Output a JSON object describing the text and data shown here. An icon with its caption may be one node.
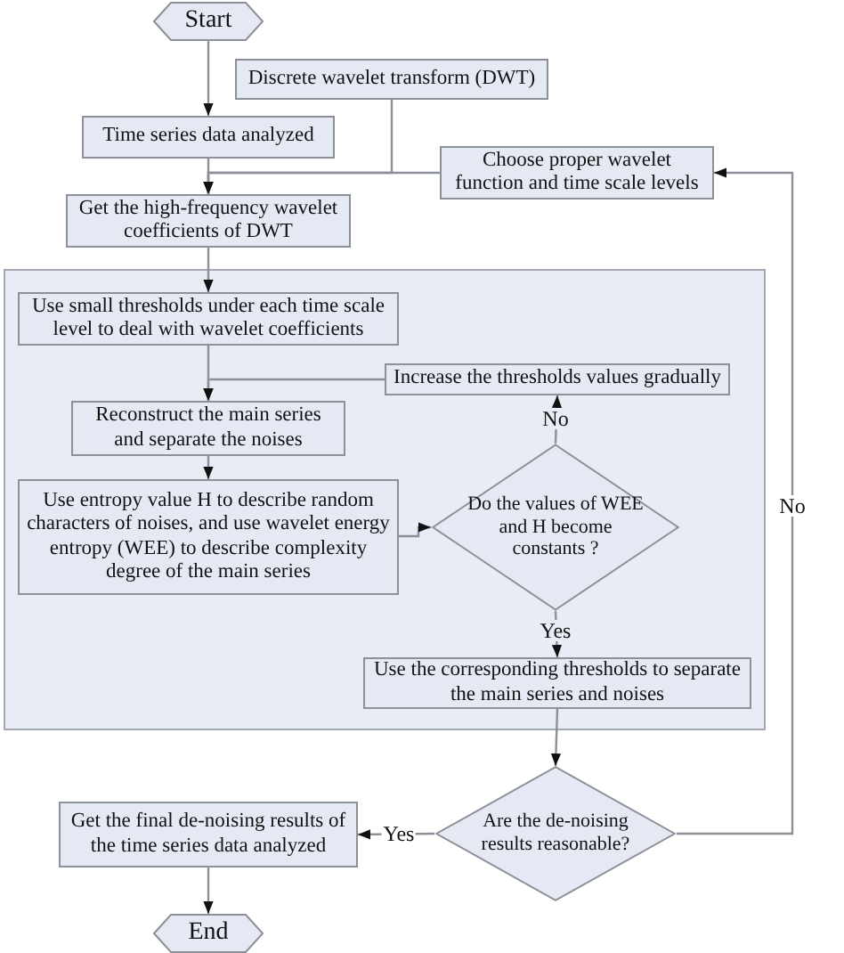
{
  "diagram": {
    "nodes": [
      {
        "text": [
          "Start"
        ]
      },
      {
        "text": [
          "Discrete wavelet transform (DWT)"
        ]
      },
      {
        "text": [
          "Time series data analyzed"
        ]
      },
      {
        "text": [
          "Choose proper wavelet function and time scale levels"
        ]
      },
      {
        "text": [
          "Get the high-frequency wavelet coefficients of DWT"
        ]
      },
      {
        "text": [],
        "shape": "box"
      },
      {
        "text": [
          "Use small thresholds under each time scale level to deal with wavelet coefficients"
        ],
        "in": 5
      },
      {
        "text": [
          "Increase the thresholds values gradually"
        ],
        "in": 5
      },
      {
        "text": [
          "Reconstruct the main series and separate the noises"
        ],
        "in": 5
      },
      {
        "text": [
          "Use entropy value H to describe random characters of noises, and use wavelet energy entropy (WEE) to describe complexity degree of the main series"
        ],
        "in": 5
      },
      {
        "text": [
          "Do the values of WEE and H become constants ?"
        ],
        "in": 5
      },
      {
        "text": [
          "Use the corresponding thresholds to separate the main series and noises"
        ],
        "in": 5
      },
      {
        "text": [
          "Are the de-noising results reasonable?"
        ]
      },
      {
        "text": [
          "Get the final de-noising results of the time series data analyzed"
        ]
      },
      {
        "text": [
          "End"
        ]
      }
    ],
    "edges": [
      {
        "from": 0,
        "to": 2,
        "arrow": "to"
      },
      {
        "from": 2,
        "to": 4,
        "arrow": "to"
      },
      {
        "from": 1,
        "to": 4,
        "arrow": "to"
      },
      {
        "from": 3,
        "to": 4,
        "arrow": "to"
      },
      {
        "from": 4,
        "to": 6,
        "arrow": "to"
      },
      {
        "from": 6,
        "to": 8,
        "arrow": "to"
      },
      {
        "from": 7,
        "to": 8,
        "arrow": "to"
      },
      {
        "from": 8,
        "to": 9,
        "arrow": "to"
      },
      {
        "from": 9,
        "to": 10,
        "arrow": "to"
      },
      {
        "from": 10,
        "to": 7,
        "arrow": "to",
        "label": "No"
      },
      {
        "from": 10,
        "to": 11,
        "arrow": "to",
        "label": "Yes"
      },
      {
        "from": 11,
        "to": 12,
        "arrow": "to"
      },
      {
        "from": 12,
        "to": 13,
        "arrow": "to",
        "label": "Yes"
      },
      {
        "from": 12,
        "to": 3,
        "arrow": "to",
        "label": "No"
      },
      {
        "from": 13,
        "to": 14,
        "arrow": "to"
      }
    ]
  }
}
